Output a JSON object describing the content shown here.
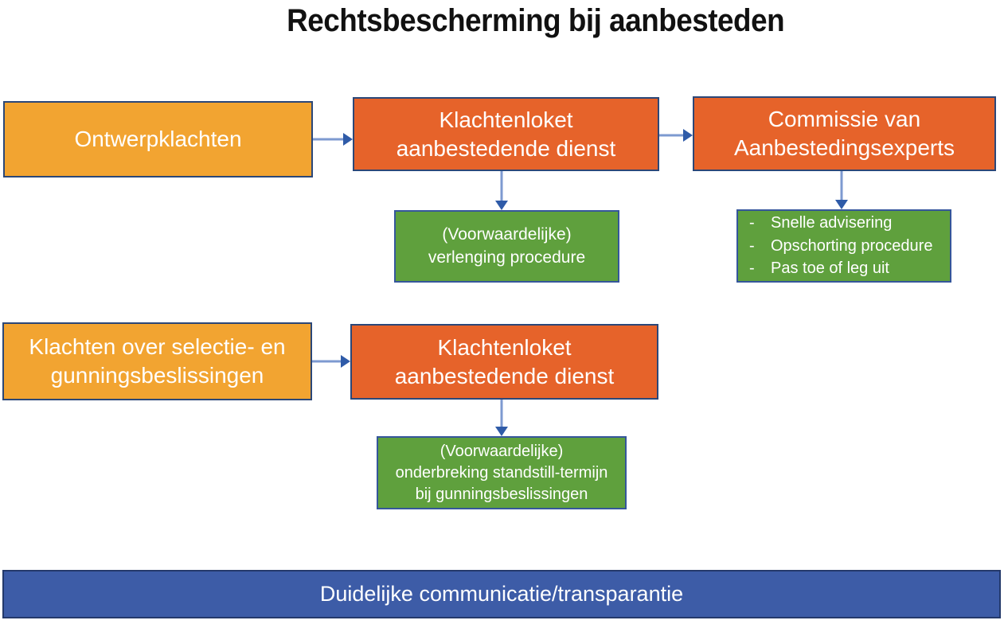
{
  "title": "Rechtsbescherming bij aanbesteden",
  "colors": {
    "yellow": "#F2A431",
    "orange": "#E6632A",
    "green": "#5FA03D",
    "footer_blue": "#3D5CA7",
    "box_border": "#2B4778",
    "arrow_line": "#7D9AD0",
    "arrow_head": "#2F5BA8",
    "title_text": "#111111",
    "box_text": "#FFFFFF"
  },
  "boxes": {
    "ontwerpklachten": {
      "label": "Ontwerpklachten"
    },
    "klachtenloket_1": {
      "line1": "Klachtenloket",
      "line2": "aanbestedende dienst"
    },
    "commissie": {
      "line1": "Commissie van",
      "line2": "Aanbestedingsexperts"
    },
    "verlenging": {
      "line1": "(Voorwaardelijke)",
      "line2": "verlenging procedure"
    },
    "commissie_effects": {
      "bullet": "-",
      "items": [
        "Snelle advisering",
        "Opschorting procedure",
        "Pas toe of leg uit"
      ]
    },
    "klachten_selectie": {
      "line1": "Klachten over selectie- en",
      "line2": "gunningsbeslissingen"
    },
    "klachtenloket_2": {
      "line1": "Klachtenloket",
      "line2": "aanbestedende dienst"
    },
    "onderbreking": {
      "line1": "(Voorwaardelijke)",
      "line2": "onderbreking standstill-termijn",
      "line3": "bij gunningsbeslissingen"
    },
    "footer": {
      "label": "Duidelijke communicatie/transparantie"
    }
  }
}
